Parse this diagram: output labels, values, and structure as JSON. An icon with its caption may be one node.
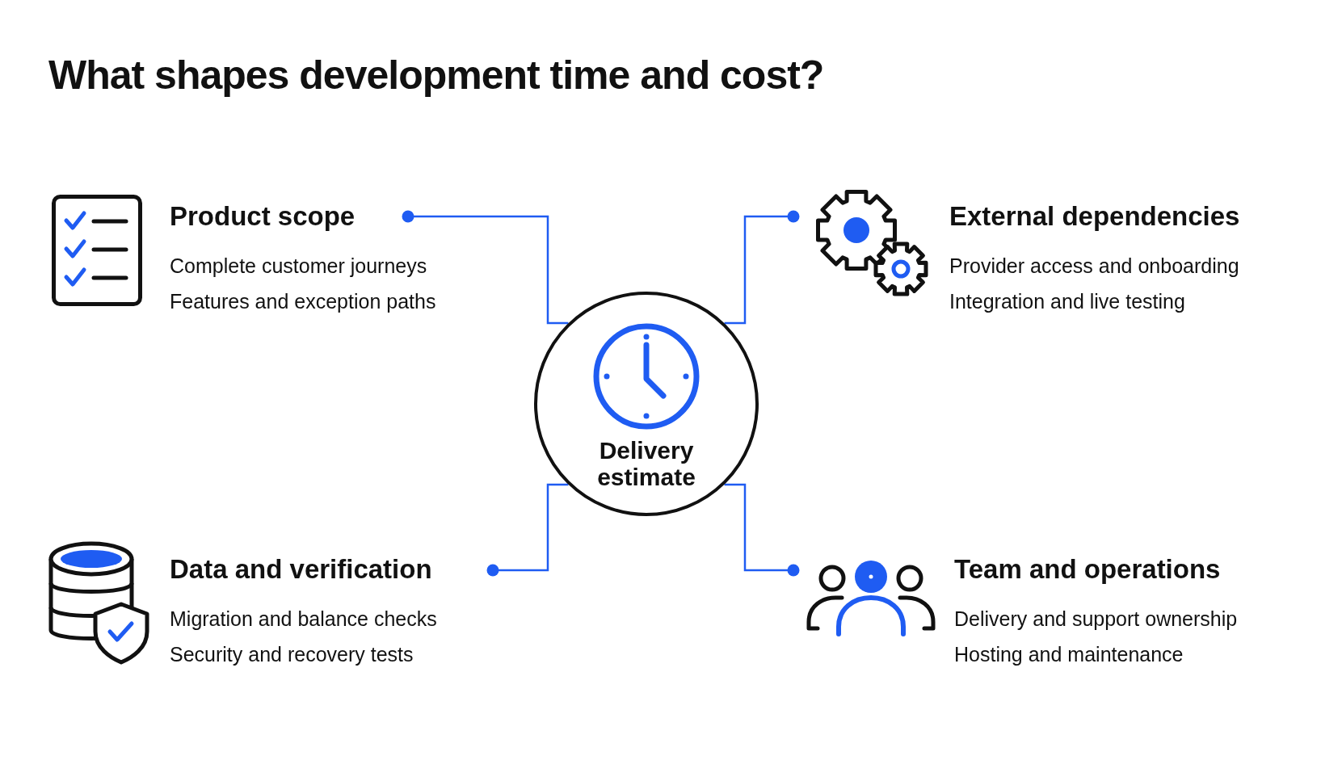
{
  "diagram": {
    "title": "What shapes development time and cost?",
    "nodes": [
      {
        "text": [
          "Product scope",
          "Complete customer journeys",
          "Features and exception paths"
        ]
      },
      {
        "text": [
          "External dependencies",
          "Provider access and onboarding",
          "Integration and live testing"
        ]
      },
      {
        "text": [
          "Delivery estimate"
        ]
      },
      {
        "text": [
          "Data and verification",
          "Migration and balance checks",
          "Security and recovery tests"
        ]
      },
      {
        "text": [
          "Team and operations",
          "Delivery and support ownership",
          "Hosting and maintenance"
        ]
      }
    ],
    "edges": [
      {
        "from": 2,
        "to": 0,
        "arrow": "other"
      },
      {
        "from": 2,
        "to": 1,
        "arrow": "other"
      },
      {
        "from": 2,
        "to": 3,
        "arrow": "other"
      },
      {
        "from": 2,
        "to": 4,
        "arrow": "other"
      }
    ]
  }
}
